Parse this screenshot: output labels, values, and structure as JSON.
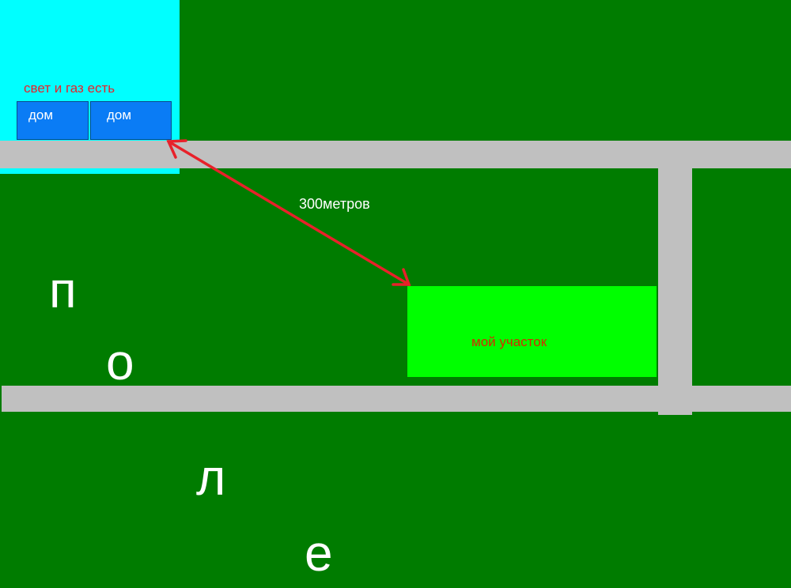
{
  "village": {
    "utilities_label": "свет и газ есть",
    "houses": [
      {
        "label": "дом"
      },
      {
        "label": "дом"
      }
    ]
  },
  "plot": {
    "label": "мой участок"
  },
  "distance": {
    "label": "300метров"
  },
  "field": {
    "letters": [
      "п",
      "о",
      "л",
      "е"
    ]
  },
  "colors": {
    "field": "#007c00",
    "village": "#00ffff",
    "house": "#0a7cf5",
    "road": "#c0c0c0",
    "plot": "#00ff00",
    "arrow": "#e8212a",
    "utilities_text": "#e8212a",
    "plot_text": "#d62a00"
  }
}
